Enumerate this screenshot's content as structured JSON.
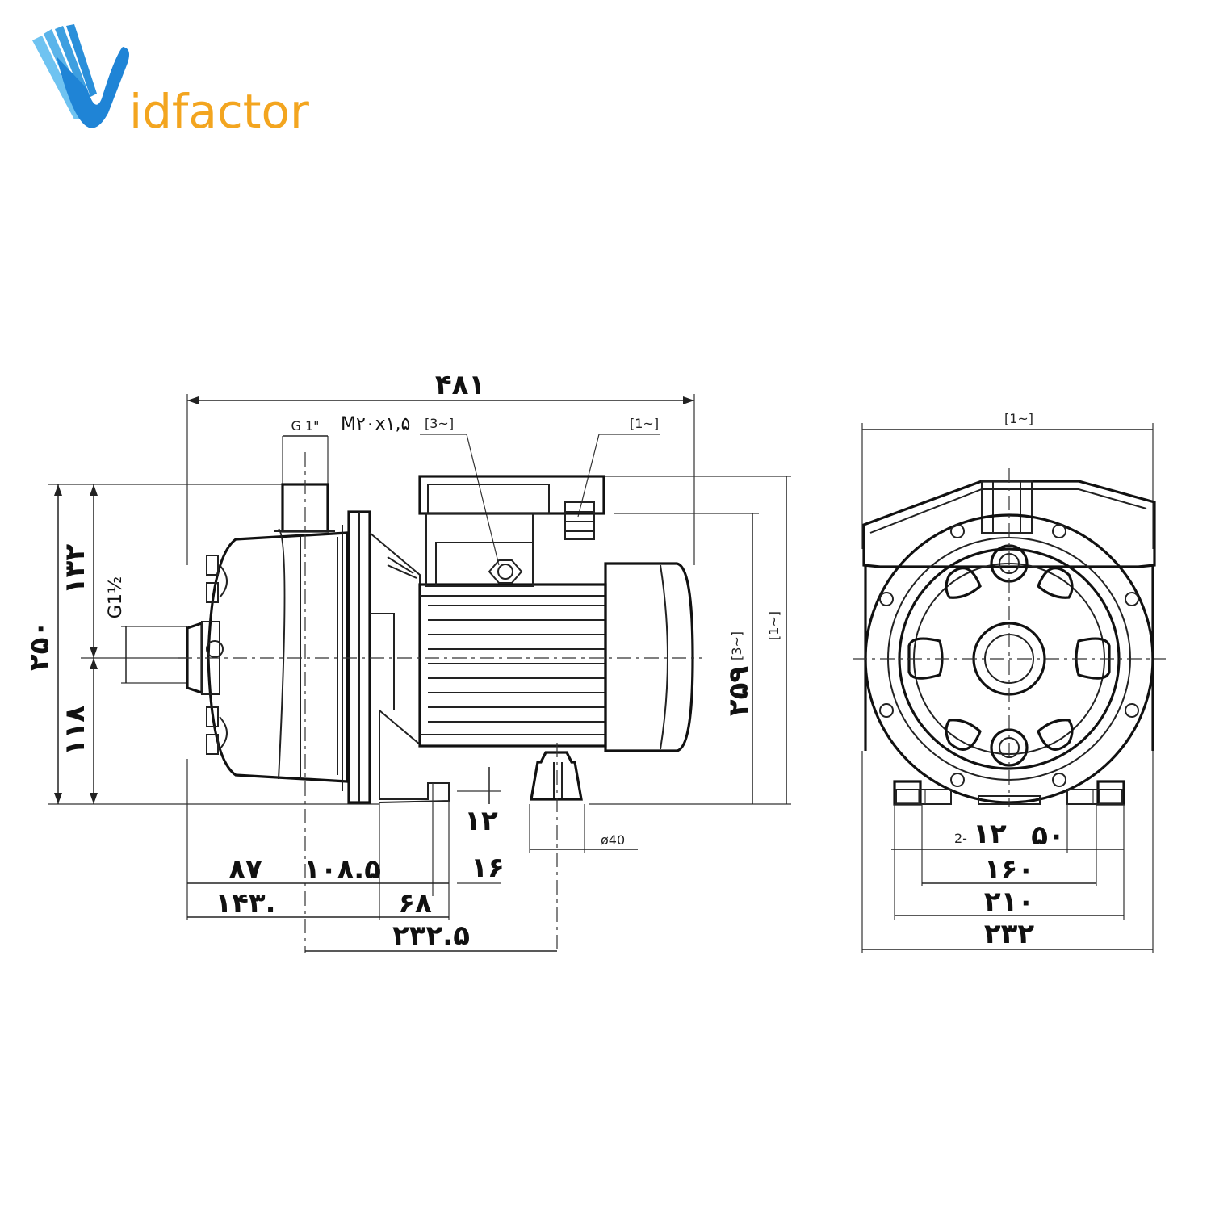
{
  "logo": {
    "letter": "V",
    "text": "idfactor",
    "colors": {
      "blue": "#1f84d6",
      "light_blue": "#6fc3f1",
      "orange": "#f3a51f"
    }
  },
  "side_view": {
    "overall_length": "۴۸۱",
    "outlet_thread": "G 1\"",
    "cable_gland": "M۲۰x۱,۵",
    "gland_tag_3ph": "[3~]",
    "gland_tag_1ph": "[1~]",
    "total_height": "۲۵۰",
    "upper_height": "۱۳۲",
    "lower_height": "۱۱۸",
    "inlet_thread": "G1½",
    "motor_height": "۲۵۹",
    "motor_height_tag_3ph": "[3~]",
    "motor_height_tag_1ph": "[1~]",
    "foot_gap": "۱۲",
    "foot_thickness": "۱۶",
    "foot_diameter": "ø40",
    "dim_87": "۸۷",
    "dim_108_5": "۱۰۸.۵",
    "dim_143": "۱۴۳.",
    "dim_68": "۶۸",
    "dim_232_5": "۲۳۲.۵"
  },
  "front_view": {
    "top_tag": "[1~]",
    "holes": "2-۱۲",
    "foot_width": "۵۰",
    "hole_spacing": "۱۶۰",
    "base_width": "۲۱۰",
    "overall_width": "۲۳۲"
  }
}
